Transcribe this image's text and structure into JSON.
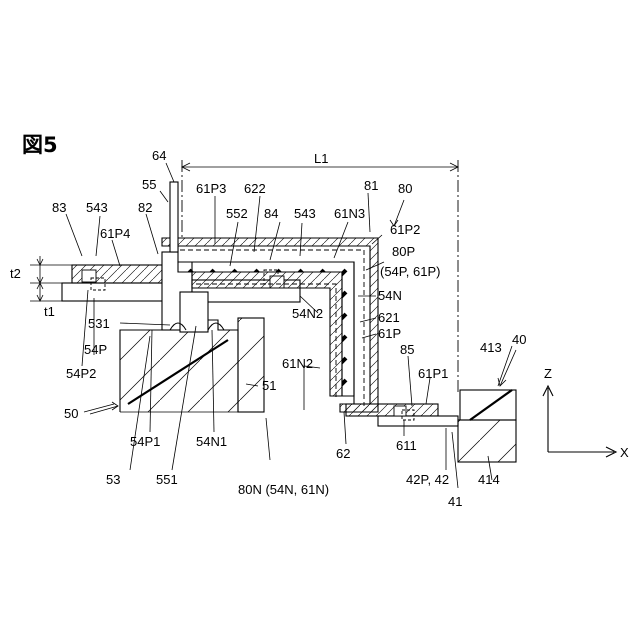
{
  "figure": {
    "title": "図5"
  },
  "labels": {
    "l64": "64",
    "l55": "55",
    "l61P3": "61P3",
    "l622": "622",
    "lL1": "L1",
    "l81": "81",
    "l80": "80",
    "l83": "83",
    "l543a": "543",
    "l82": "82",
    "l552": "552",
    "l84": "84",
    "l543b": "543",
    "l61N3": "61N3",
    "l61P4": "61P4",
    "l61P2": "61P2",
    "l80P": "80P",
    "l80Psub": "(54P, 61P)",
    "lt2": "t2",
    "lt1": "t1",
    "l54N": "54N",
    "l621": "621",
    "l61P": "61P",
    "l54N2": "54N2",
    "l531": "531",
    "l54P": "54P",
    "l54P2": "54P2",
    "l61N2": "61N2",
    "l85": "85",
    "l61P1": "61P1",
    "l413": "413",
    "l40": "40",
    "l51": "51",
    "l50": "50",
    "l54P1": "54P1",
    "l54N1": "54N1",
    "l62": "62",
    "l611": "611",
    "l53": "53",
    "l551": "551",
    "l80N": "80N (54N, 61N)",
    "l42P": "42P, 42",
    "l41": "41",
    "l414": "414",
    "axisZ": "Z",
    "axisX": "X"
  }
}
